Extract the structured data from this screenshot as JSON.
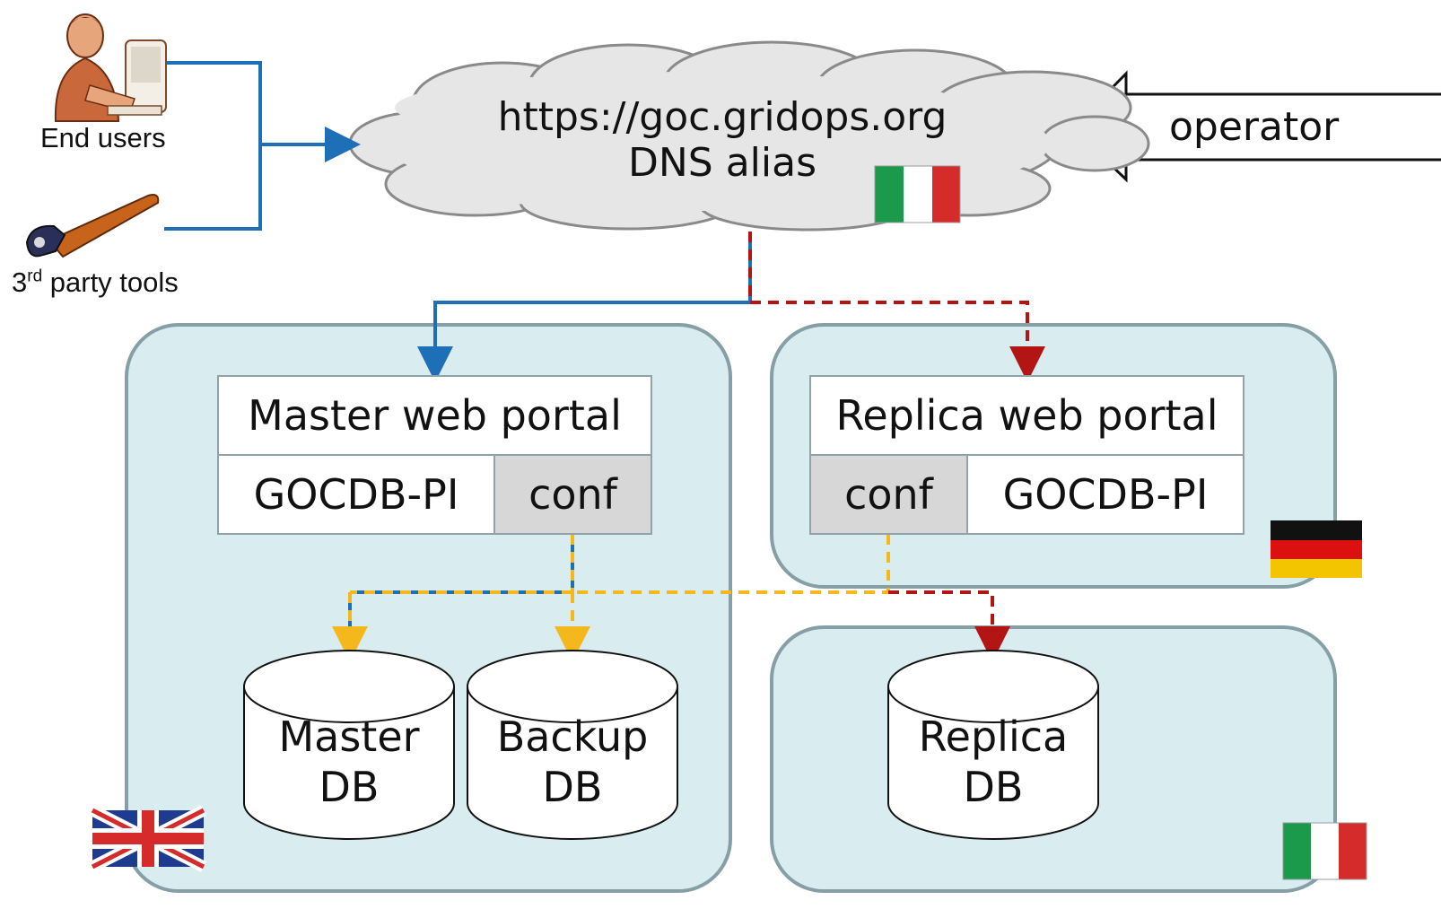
{
  "clients": {
    "end_users_label": "End users",
    "tools_label_base": "3",
    "tools_label_sup": "rd",
    "tools_label_rest": " party tools"
  },
  "cloud": {
    "url": "https://goc.gridops.org",
    "subtitle": "DNS alias",
    "flag": "italy-flag-icon"
  },
  "operator_label": "operator",
  "sites": {
    "uk": {
      "flag": "uk-flag-icon",
      "portal_label": "Master web portal",
      "pi_label": "GOCDB-PI",
      "conf_label": "conf",
      "master_db": {
        "line1": "Master",
        "line2": "DB"
      },
      "backup_db": {
        "line1": "Backup",
        "line2": "DB"
      }
    },
    "de": {
      "flag": "germany-flag-icon",
      "portal_label": "Replica web portal",
      "conf_label": "conf",
      "pi_label": "GOCDB-PI"
    },
    "it": {
      "flag": "italy-flag-icon",
      "replica_db": {
        "line1": "Replica",
        "line2": "DB"
      }
    }
  },
  "colors": {
    "blue_line": "#1f6fb8",
    "red_dashed": "#b31515",
    "yellow_dashed": "#f4b81c",
    "site_fill": "#d9ecef",
    "cloud_fill": "#e6e6e6"
  }
}
